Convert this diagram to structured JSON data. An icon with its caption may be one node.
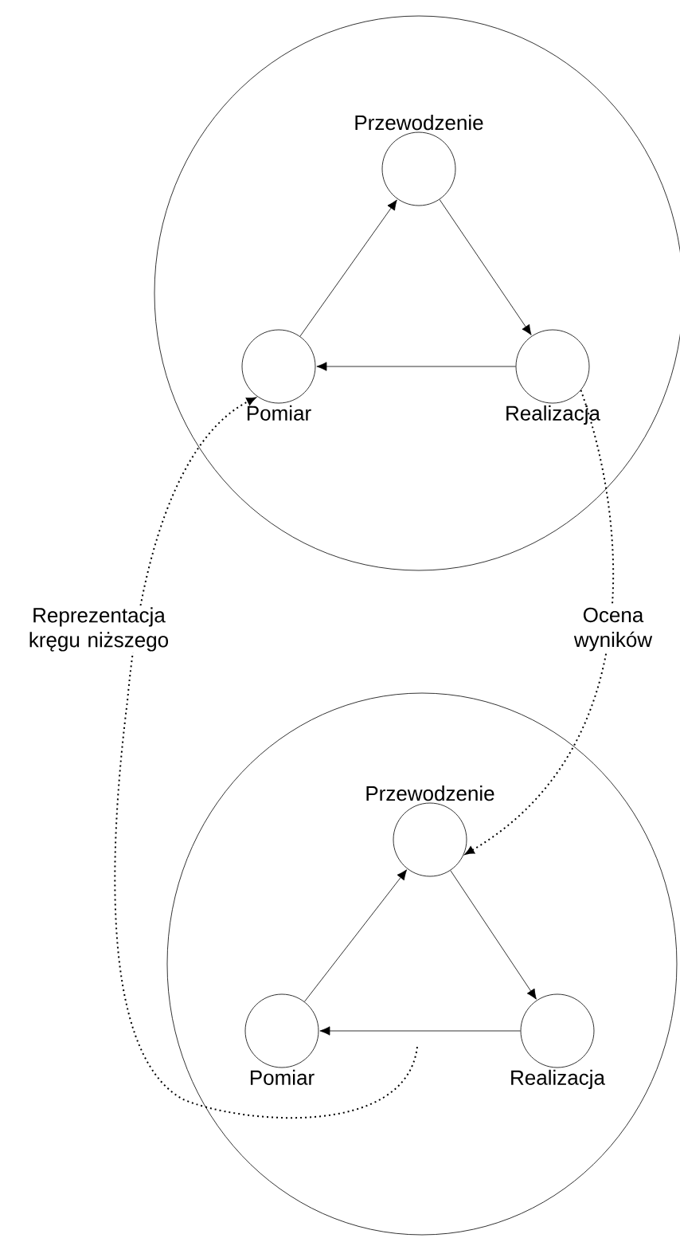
{
  "diagram": {
    "nodes": [
      {
        "text": [],
        "shape": "circle"
      },
      {
        "text": [
          "Przewodzenie"
        ],
        "in": 0
      },
      {
        "text": [
          "Realizacja"
        ],
        "in": 0
      },
      {
        "text": [
          "Pomiar"
        ],
        "in": 0
      },
      {
        "text": [],
        "shape": "circle"
      },
      {
        "text": [
          "Przewodzenie"
        ],
        "in": 4
      },
      {
        "text": [
          "Realizacja"
        ],
        "in": 4
      },
      {
        "text": [
          "Pomiar"
        ],
        "in": 4
      }
    ],
    "edges": [
      {
        "from": 3,
        "to": 1,
        "arrow": "to"
      },
      {
        "from": 1,
        "to": 2,
        "arrow": "to"
      },
      {
        "from": 2,
        "to": 3,
        "arrow": "to"
      },
      {
        "from": 7,
        "to": 5,
        "arrow": "to"
      },
      {
        "from": 5,
        "to": 6,
        "arrow": "to"
      },
      {
        "from": 6,
        "to": 7,
        "arrow": "to"
      },
      {
        "from": 2,
        "to": 5,
        "arrow": "to",
        "style": "dashed",
        "label": "Ocena wyników"
      },
      {
        "from": null,
        "to": 3,
        "arrow": "to",
        "style": "dashed",
        "label": "Reprezentacja kręgu niższego"
      }
    ]
  }
}
